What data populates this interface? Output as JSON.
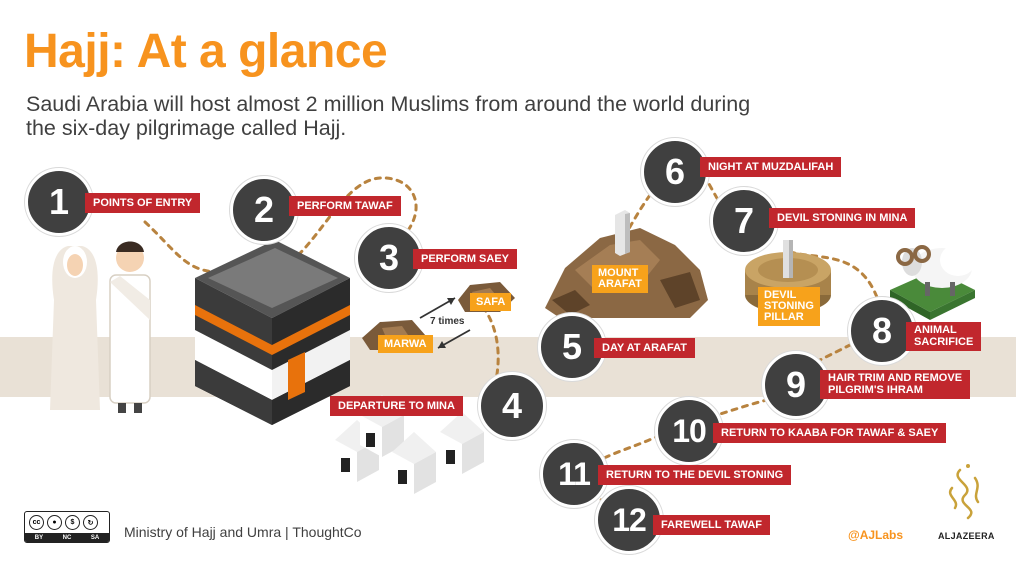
{
  "header": {
    "title": "Hajj: At a glance",
    "subtitle_line1": "Saudi Arabia will host almost 2 million Muslims from around the world during",
    "subtitle_line2": "the six-day pilgrimage called Hajj."
  },
  "steps": [
    {
      "number": "1",
      "label": "POINTS OF ENTRY"
    },
    {
      "number": "2",
      "label": "PERFORM TAWAF"
    },
    {
      "number": "3",
      "label": "PERFORM SAEY"
    },
    {
      "number": "4",
      "label": "DEPARTURE TO MINA"
    },
    {
      "number": "5",
      "label": "DAY AT ARAFAT"
    },
    {
      "number": "6",
      "label": "NIGHT AT MUZDALIFAH"
    },
    {
      "number": "7",
      "label": "DEVIL STONING IN MINA"
    },
    {
      "number": "8",
      "label_line1": "ANIMAL",
      "label_line2": "SACRIFICE"
    },
    {
      "number": "9",
      "label_line1": "HAIR TRIM AND REMOVE",
      "label_line2": "PILGRIM'S IHRAM"
    },
    {
      "number": "10",
      "label": "RETURN TO KAABA FOR TAWAF & SAEY"
    },
    {
      "number": "11",
      "label": "RETURN TO THE DEVIL STONING"
    },
    {
      "number": "12",
      "label": "FAREWELL TAWAF"
    }
  ],
  "places": {
    "safa": "SAFA",
    "marwa": "MARWA",
    "saey_count": "7 times",
    "arafat_line1": "MOUNT",
    "arafat_line2": "ARAFAT",
    "pillar_line1": "DEVIL",
    "pillar_line2": "STONING",
    "pillar_line3": "PILLAR"
  },
  "footer": {
    "source": "Ministry of Hajj and Umra | ThoughtCo",
    "handle": "@AJLabs",
    "brand": "ALJAZEERA",
    "license_by": "BY",
    "license_nc": "NC",
    "license_sa": "SA"
  },
  "colors": {
    "title_orange": "#f7931e",
    "label_red": "#c1272d",
    "step_circle": "#404040",
    "dotted_path": "#b8833f",
    "ground": "#e9e1d6"
  },
  "icons": [
    "pilgrim-woman-icon",
    "pilgrim-man-icon",
    "kaaba-icon",
    "rock-icon",
    "tent-icon",
    "mount-arafat-icon",
    "devil-pillar-icon",
    "sheep-icon",
    "cc-license-icon",
    "aljazeera-logo-icon"
  ]
}
